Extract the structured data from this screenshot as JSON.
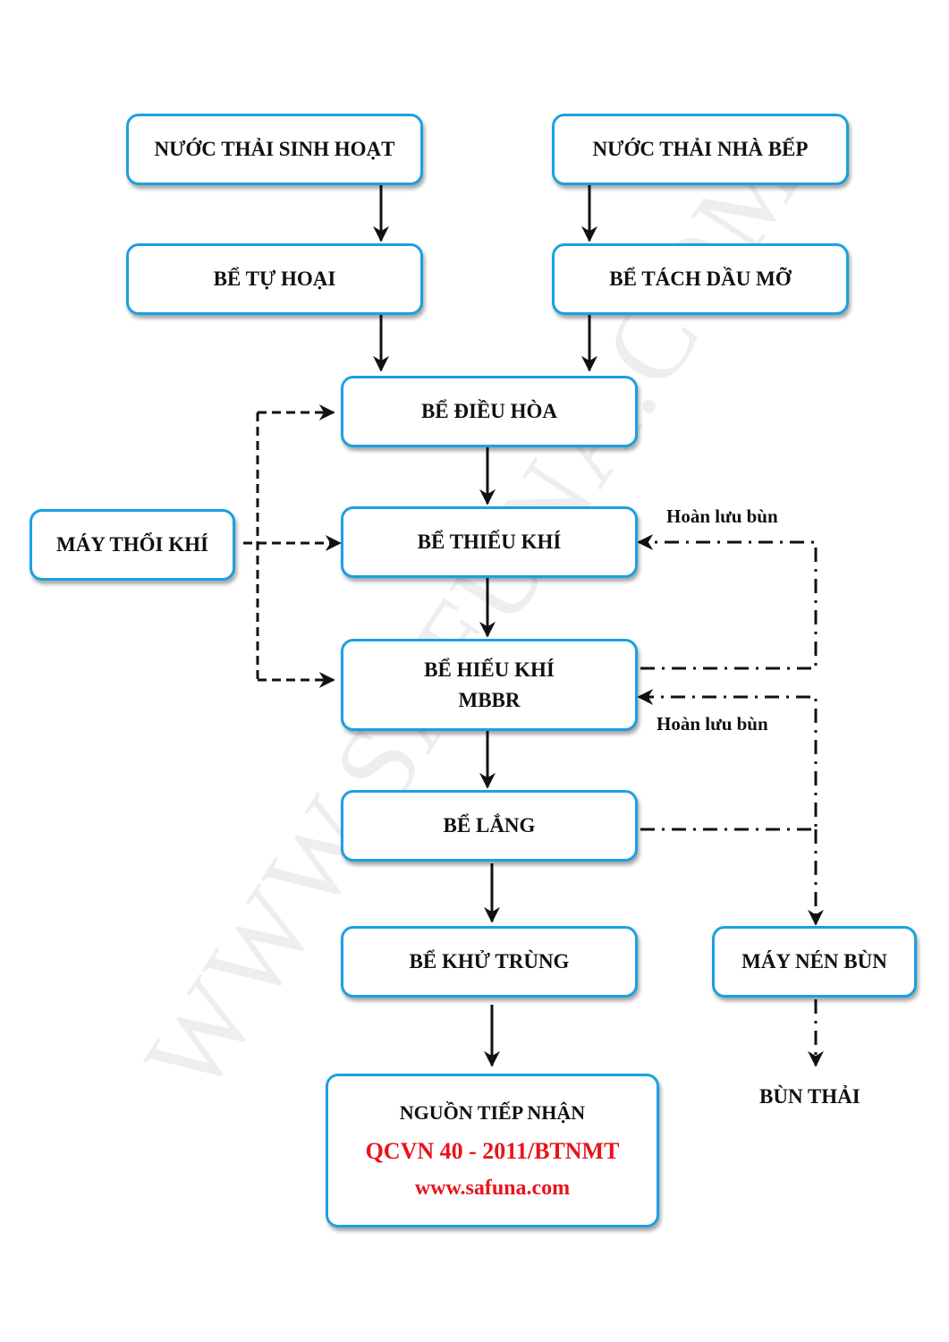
{
  "nodes": {
    "domestic": "NƯỚC THẢI SINH HOẠT",
    "kitchen": "NƯỚC THẢI NHÀ BẾP",
    "septic": "BỂ TỰ HOẠI",
    "grease": "BỂ TÁCH DẦU MỠ",
    "equalization": "BỂ ĐIỀU HÒA",
    "anoxic": "BỂ THIẾU KHÍ",
    "aerobic_line1": "BỂ HIẾU KHÍ",
    "aerobic_line2": "MBBR",
    "settling": "BỂ LẮNG",
    "disinfection": "BỂ KHỬ TRÙNG",
    "blower": "MÁY THỔI KHÍ",
    "sludge_press": "MÁY NÉN BÙN",
    "receiving_line1": "NGUỒN TIẾP NHẬN",
    "receiving_line2": "QCVN 40 - 2011/BTNMT",
    "receiving_line3": "www.safuna.com"
  },
  "labels": {
    "sludge_return_1": "Hoàn lưu bùn",
    "sludge_return_2": "Hoàn lưu bùn",
    "waste_sludge": "BÙN THẢI"
  },
  "watermark": "WWW.SAFUNA.COM",
  "colors": {
    "box_border": "#1aa1e0",
    "highlight_text": "#e8141b",
    "arrow": "#111111"
  }
}
